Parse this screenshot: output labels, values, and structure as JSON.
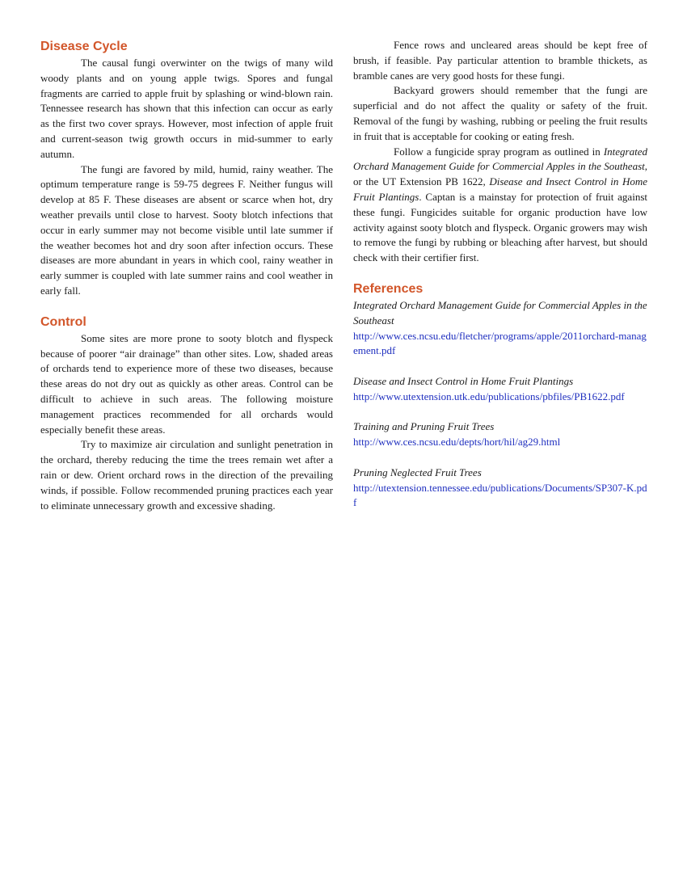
{
  "left": {
    "disease_cycle": {
      "heading": "Disease Cycle",
      "p1": "The causal fungi overwinter on the twigs of many wild woody plants and on young apple twigs. Spores and fungal fragments are carried to apple fruit by splashing or wind-blown rain. Tennessee research has shown that this infection can occur as early as the first two cover sprays. However, most infection of apple fruit and current-season twig growth occurs in mid-summer to early autumn.",
      "p2": "The fungi are favored by mild, humid, rainy weather. The optimum temperature range is 59-75 degrees F. Neither fungus will develop at 85 F. These diseases are absent or scarce when hot, dry weather prevails until close to harvest. Sooty blotch infections that occur in early summer may not become visible until late summer if the weather becomes hot and dry soon after infection occurs. These diseases are more abundant in years in which cool, rainy weather in early summer is coupled with late summer rains and cool weather in early fall."
    },
    "control": {
      "heading": "Control",
      "p1": "Some sites are more prone to sooty blotch and flyspeck because of poorer “air drainage” than other sites. Low, shaded areas of orchards tend to experience more of these two diseases, because these areas do not dry out as quickly as other areas. Control can be difficult to achieve in such areas. The following moisture management practices recommended for all orchards would especially benefit these areas.",
      "p2": "Try to maximize air circulation and sunlight penetration in the orchard, thereby reducing the time the trees remain wet after a rain or dew. Orient orchard rows in the direction of the prevailing winds, if possible. Follow recommended pruning practices each year to eliminate unnecessary growth and excessive shading."
    }
  },
  "right": {
    "p1": "Fence rows and uncleared areas should be kept free of brush, if feasible. Pay particular attention to bramble thickets, as bramble canes are very good hosts for these fungi.",
    "p2": "Backyard growers should remember that the fungi are superficial and do not affect the quality or safety of the fruit. Removal of the fungi by washing, rubbing or peeling the fruit results in fruit that is acceptable for cooking or eating fresh.",
    "p3": {
      "a": "Follow a fungicide spray program as outlined in ",
      "b": "Integrated Orchard Management Guide for Commercial Apples in the Southeast",
      "c": ", or the UT Extension PB 1622, ",
      "d": "Disease and Insect Control in Home Fruit Plantings",
      "e": ". Captan is a mainstay for protection of fruit against these fungi. Fungicides suitable for organic production have low activity against sooty blotch and flyspeck. Organic growers may wish to remove the fungi by rubbing or bleaching after harvest, but should check with their certifier first."
    },
    "references": {
      "heading": "References",
      "items": [
        {
          "title": "Integrated Orchard Management Guide for Commercial Apples in the Southeast",
          "link": "http://www.ces.ncsu.edu/fletcher/programs/apple/2011orchard-management.pdf"
        },
        {
          "title": "Disease and Insect Control in Home Fruit Plantings",
          "link": "http://www.utextension.utk.edu/publications/pbfiles/PB1622.pdf"
        },
        {
          "title": "Training and Pruning Fruit Trees",
          "link": "http://www.ces.ncsu.edu/depts/hort/hil/ag29.html"
        },
        {
          "title": "Pruning Neglected Fruit Trees",
          "link": "http://utextension.tennessee.edu/publications/Documents/SP307-K.pdf"
        }
      ]
    }
  },
  "colors": {
    "heading": "#d2562a",
    "link": "#1f2fbf"
  }
}
